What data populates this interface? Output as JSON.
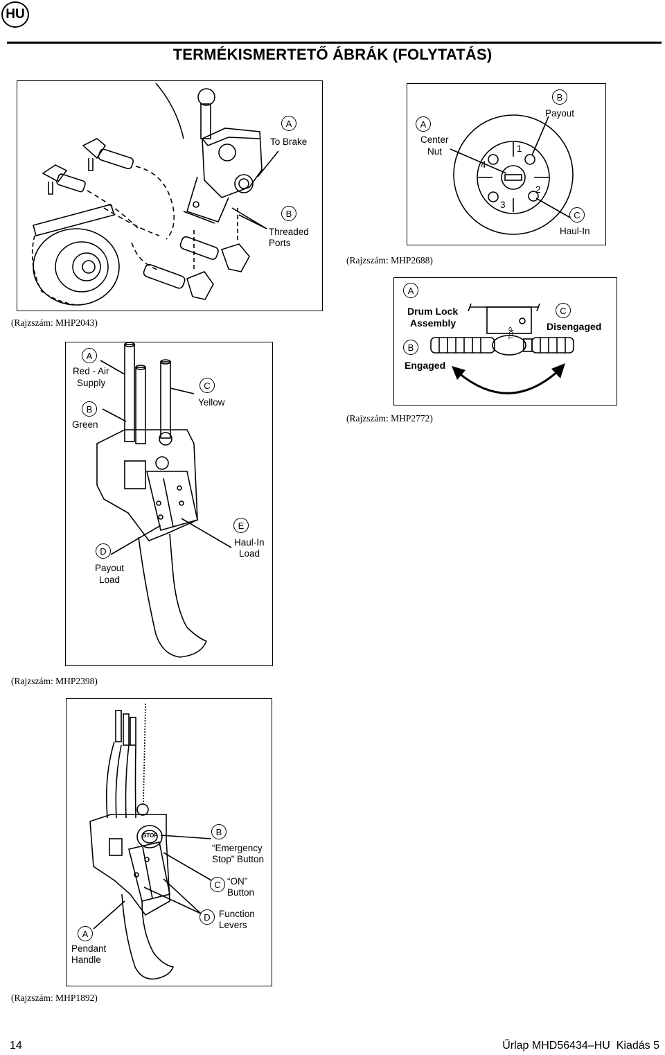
{
  "header": {
    "language_badge": "HU",
    "title": "TERMÉKISMERTETŐ ÁBRÁK (FOLYTATÁS)"
  },
  "figures": {
    "mhp2043": {
      "caption": "(Rajzszám: MHP2043)",
      "callout_a_letter": "A",
      "callout_a_text": "To Brake",
      "callout_b_letter": "B",
      "callout_b_line1": "Threaded",
      "callout_b_line2": "Ports"
    },
    "mhp2688": {
      "caption": "(Rajzszám: MHP2688)",
      "callout_a_letter": "A",
      "callout_a_line1": "Center",
      "callout_a_line2": "Nut",
      "callout_b_letter": "B",
      "callout_b_text": "Payout",
      "callout_c_letter": "C",
      "callout_c_text": "Haul-In",
      "bolt_numbers": [
        "1",
        "2",
        "3",
        "4"
      ]
    },
    "mhp2772": {
      "caption": "(Rajzszám: MHP2772)",
      "callout_a_letter": "A",
      "callout_a_line1": "Drum Lock",
      "callout_a_line2": "Assembly",
      "callout_b_letter": "B",
      "callout_b_text": "Engaged",
      "callout_c_letter": "C",
      "callout_c_text": "Disengaged",
      "top_mark": "TOP"
    },
    "mhp2398": {
      "caption": "(Rajzszám: MHP2398)",
      "callout_a_letter": "A",
      "callout_a_line1": "Red - Air",
      "callout_a_line2": "Supply",
      "callout_b_letter": "B",
      "callout_b_text": "Green",
      "callout_c_letter": "C",
      "callout_c_text": "Yellow",
      "callout_d_letter": "D",
      "callout_d_line1": "Payout",
      "callout_d_line2": "Load",
      "callout_e_letter": "E",
      "callout_e_line1": "Haul-In",
      "callout_e_line2": "Load"
    },
    "mhp1892": {
      "caption": "(Rajzszám: MHP1892)",
      "callout_a_letter": "A",
      "callout_a_line1": "Pendant",
      "callout_a_line2": "Handle",
      "callout_b_letter": "B",
      "callout_b_line1": "“Emergency",
      "callout_b_line2": "Stop” Button",
      "callout_c_letter": "C",
      "callout_c_line1": "“ON”",
      "callout_c_line2": "Button",
      "callout_d_letter": "D",
      "callout_d_line1": "Function",
      "callout_d_line2": "Levers",
      "stop_mark": "STOP"
    }
  },
  "footer": {
    "page_number": "14",
    "form_info": "Űrlap MHD56434–HU  Kiadás 5"
  }
}
